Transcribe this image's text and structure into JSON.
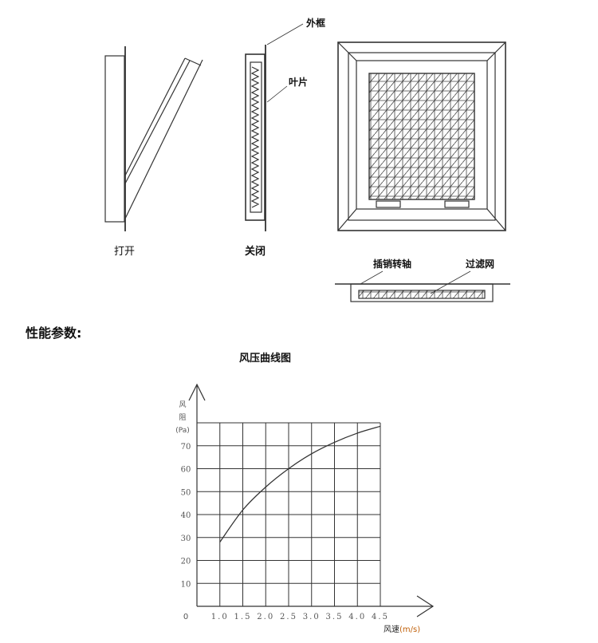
{
  "diagram": {
    "label_open": "打开",
    "label_closed": "关闭",
    "callout_frame": "外框",
    "callout_blade": "叶片",
    "callout_pin": "插销转轴",
    "callout_filter": "过滤网"
  },
  "section_title": "性能参数:",
  "chart_data": {
    "type": "line",
    "title": "风压曲线图",
    "xlabel": "风速",
    "xunit": "(m/s)",
    "ylabel": [
      "风",
      "阻",
      "(Pa)"
    ],
    "origin_label": "0",
    "x": [
      1.0,
      1.5,
      2.0,
      2.5,
      3.0,
      3.5,
      4.0,
      4.5
    ],
    "xticks": [
      "1.0",
      "1.5",
      "2.0",
      "2.5",
      "3.0",
      "3.5",
      "4.0",
      "4.5"
    ],
    "yticks": [
      "10",
      "20",
      "30",
      "40",
      "50",
      "60",
      "70"
    ],
    "series": [
      {
        "name": "风阻",
        "values": [
          28,
          42,
          52,
          60,
          66.5,
          71.5,
          75.5,
          78.5
        ]
      }
    ],
    "xlim": [
      0.5,
      4.5
    ],
    "ylim": [
      0,
      80
    ],
    "grid": true,
    "xunit_color": "#c0600a"
  }
}
